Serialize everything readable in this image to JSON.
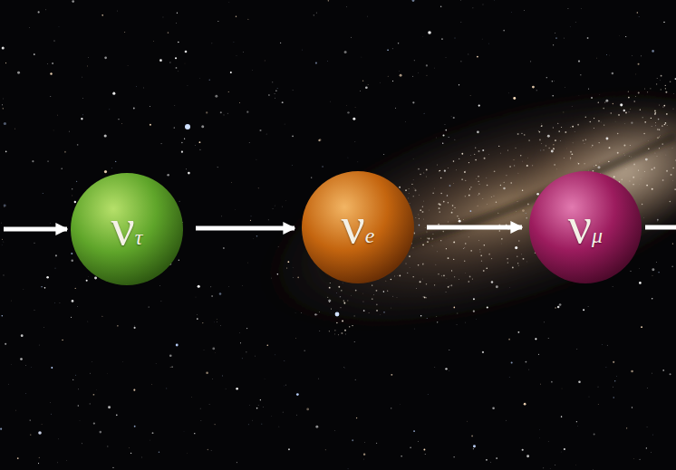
{
  "diagram": {
    "nodes": [
      {
        "text": [
          "ντ"
        ]
      },
      {
        "text": [
          "νe"
        ]
      },
      {
        "text": [
          "νμ"
        ]
      }
    ],
    "edges": [
      {
        "from": 0,
        "to": 1,
        "arrow": "to"
      },
      {
        "from": 1,
        "to": 2,
        "arrow": "to"
      }
    ]
  }
}
